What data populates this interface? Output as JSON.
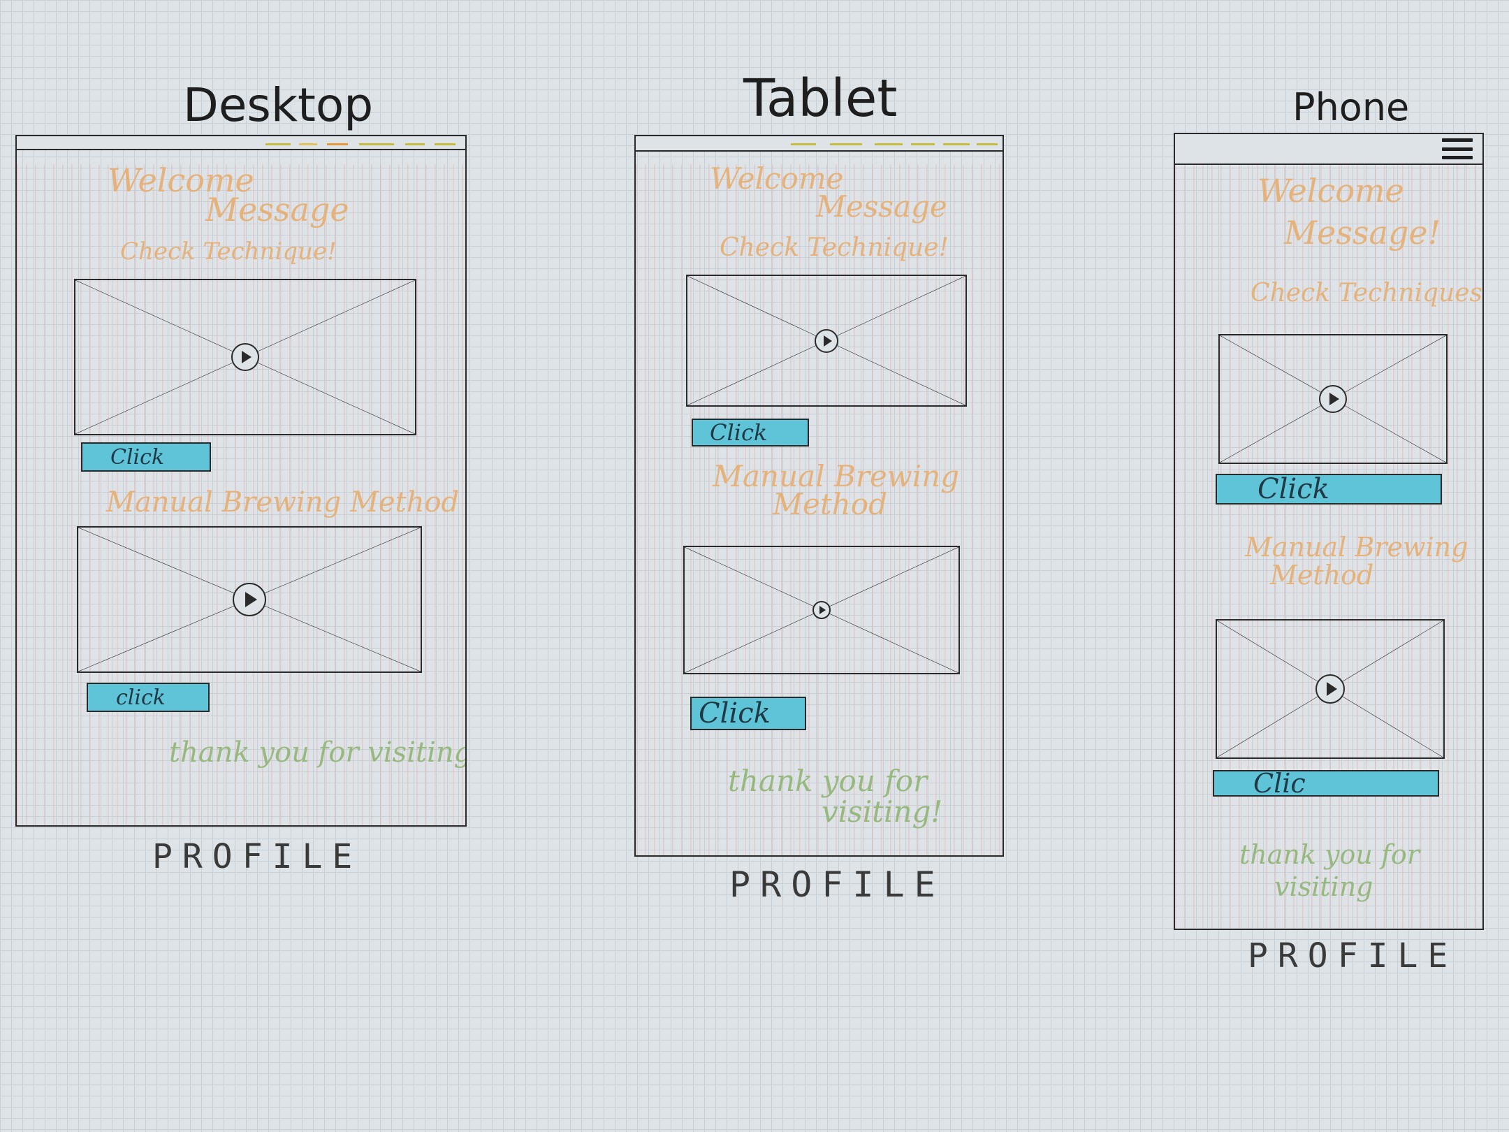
{
  "colors": {
    "background": "#dde3e7",
    "frame": "#2a2a2a",
    "hatch": "#ec9696",
    "heading_text": "#e4b27a",
    "footer_text": "#97b87f",
    "button": "#5fc4d8",
    "nav_dash": "#c8bc3c",
    "nav_dash_accent": "#e79a3a"
  },
  "desktop": {
    "title": "Desktop",
    "welcome_line1": "Welcome",
    "welcome_line2": "Message",
    "subheading": "Check Technique!",
    "section_heading": "Manual Brewing Method",
    "button1_label": "Click",
    "button2_label": "click",
    "footer": "thank you for visiting",
    "label": "PROFILE"
  },
  "tablet": {
    "title": "Tablet",
    "welcome_line1": "Welcome",
    "welcome_line2": "Message",
    "subheading": "Check Technique!",
    "section_heading_line1": "Manual Brewing",
    "section_heading_line2": "Method",
    "button1_label": "Click",
    "button2_label": "Click",
    "footer_line1": "thank you for",
    "footer_line2": "visiting!",
    "label": "PROFILE"
  },
  "phone": {
    "title": "Phone",
    "welcome_line1": "Welcome",
    "welcome_line2": "Message!",
    "subheading": "Check Techniques!",
    "section_heading_line1": "Manual Brewing",
    "section_heading_line2": "Method",
    "button1_label": "Click",
    "button2_label": "Clic",
    "footer_line1": "thank you for",
    "footer_line2": "visiting",
    "menu_icon": "hamburger-icon",
    "label": "PROFILE"
  }
}
